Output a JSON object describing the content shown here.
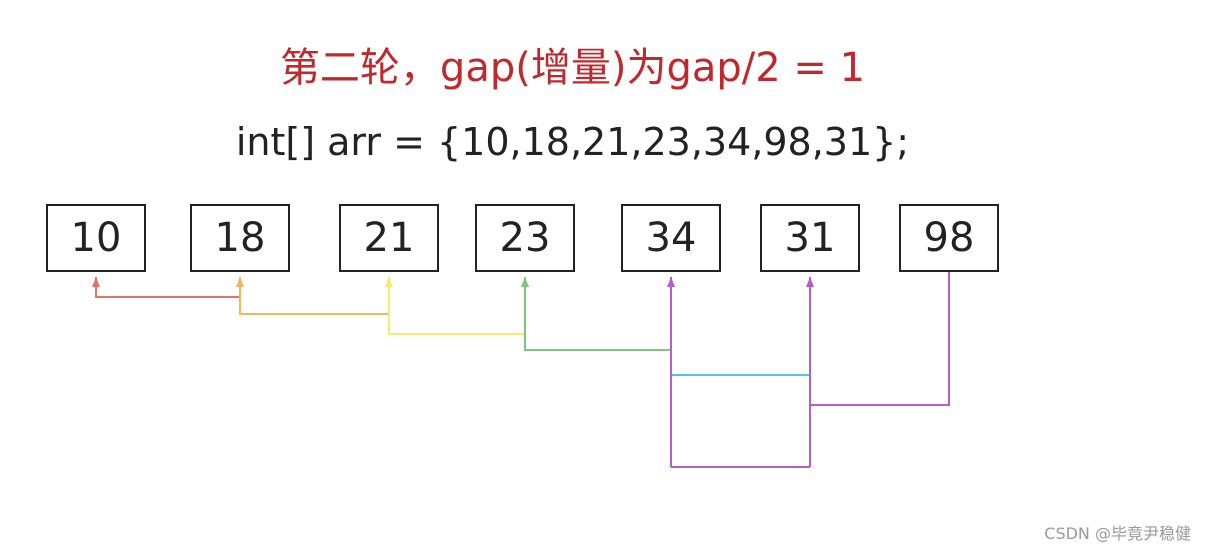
{
  "title": "第二轮，gap(增量)为gap/2 = 1",
  "code_line": "int[] arr = {10,18,21,23,34,98,31};",
  "boxes": [
    {
      "value": "10"
    },
    {
      "value": "18"
    },
    {
      "value": "21"
    },
    {
      "value": "23"
    },
    {
      "value": "34"
    },
    {
      "value": "31"
    },
    {
      "value": "98"
    }
  ],
  "connector_colors": {
    "red": "#e3736a",
    "orange": "#f2b65a",
    "yellow": "#f7ea6e",
    "green": "#7fc47f",
    "cyan": "#4cc6e6",
    "purple": "#b85cc9"
  },
  "watermark": "CSDN @毕竟尹稳健"
}
